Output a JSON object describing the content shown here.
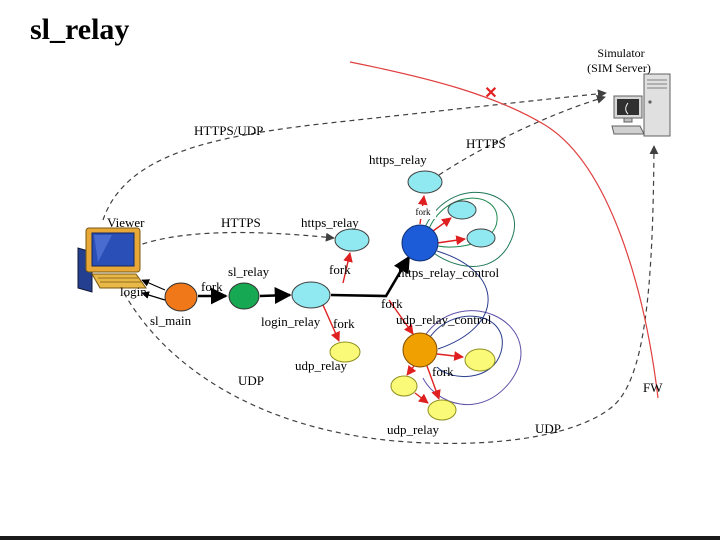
{
  "title": "sl_relay",
  "simulator": {
    "line1": "Simulator",
    "line2": "(SIM Server)"
  },
  "viewer": {
    "label": "Viewer"
  },
  "labels": {
    "https_udp": "HTTPS/UDP",
    "https_to_sim": "HTTPS",
    "https_relay_top": "https_relay",
    "https_viewer": "HTTPS",
    "https_relay_mid": "https_relay",
    "fork_blue": "fork",
    "sl_relay": "sl_relay",
    "fork_https": "fork",
    "https_relay_control": "https_relay_control",
    "fork_sl": "fork",
    "login": "login",
    "sl_main": "sl_main",
    "login_relay": "login_relay",
    "fork_junction": "fork",
    "udp_relay_control": "udp_relay_control",
    "fork_udp_left": "fork",
    "udp_relay_left": "udp_relay",
    "fork_orange": "fork",
    "udp_left": "UDP",
    "udp_relay_bottom": "udp_relay",
    "udp_right": "UDP",
    "fw": "FW",
    "blocked": "✕"
  },
  "colors": {
    "orange": "#F07818",
    "green": "#17A854",
    "cyan": "#90E8F0",
    "blue": "#1C5CD8",
    "amber": "#F0A000",
    "yellow": "#FAFA78"
  },
  "nodes": [
    {
      "name": "sl_main",
      "color_key": "orange"
    },
    {
      "name": "sl_relay",
      "color_key": "green"
    },
    {
      "name": "login_relay",
      "color_key": "cyan"
    },
    {
      "name": "https_relay",
      "color_key": "cyan"
    },
    {
      "name": "https_relay_control",
      "color_key": "blue"
    },
    {
      "name": "udp_relay_control",
      "color_key": "amber"
    },
    {
      "name": "udp_relay",
      "color_key": "yellow"
    }
  ]
}
